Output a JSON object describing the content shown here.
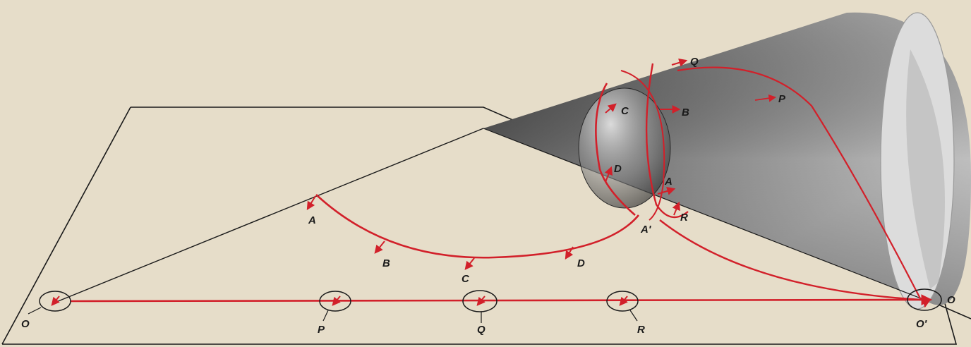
{
  "figure": {
    "colors": {
      "background": "#e6ddc9",
      "outline": "#1a1a1a",
      "path": "#d2202a",
      "cone_dark": "#2a2a2a",
      "cone_light": "#d9d9d9"
    },
    "labels": {
      "plane_A": "A",
      "plane_B": "B",
      "plane_C": "C",
      "plane_D": "D",
      "plane_A_prime": "A'",
      "cone_A": "A",
      "cone_B": "B",
      "cone_C": "C",
      "cone_D": "D",
      "cone_P": "P",
      "cone_Q": "Q",
      "cone_R": "R",
      "base_O_left": "O",
      "base_P": "P",
      "base_Q": "Q",
      "base_R": "R",
      "base_O_prime": "O'",
      "base_O_right": "O"
    }
  }
}
